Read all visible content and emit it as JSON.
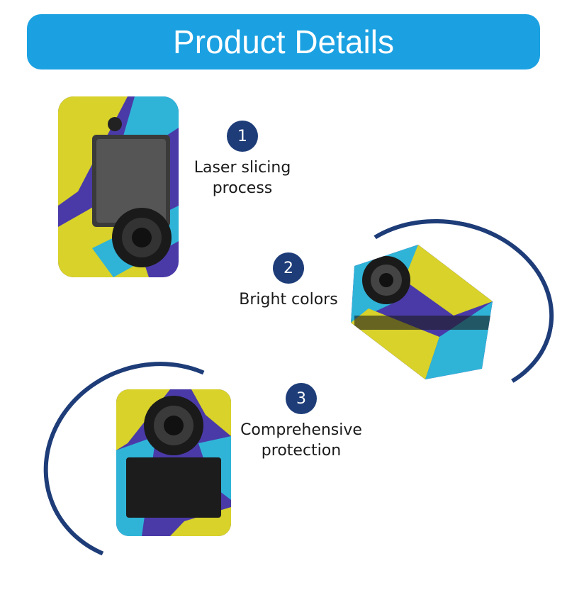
{
  "header": {
    "title": "Product Details"
  },
  "features": [
    {
      "number": "1",
      "label": "Laser slicing\nprocess"
    },
    {
      "number": "2",
      "label": "Bright colors"
    },
    {
      "number": "3",
      "label": "Comprehensive\nprotection"
    }
  ],
  "colors": {
    "header_bg": "#1ba1e2",
    "badge_bg": "#1d3c78",
    "arc": "#1d3c78",
    "skin_purple": "#4a3aa8",
    "skin_yellow": "#d8d22a",
    "skin_cyan": "#2fb4d8"
  }
}
